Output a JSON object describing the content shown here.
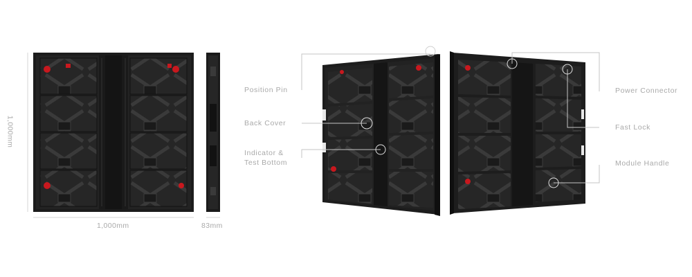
{
  "dimensions": {
    "width": "1,000mm",
    "height": "1,000mm",
    "depth": "83mm"
  },
  "callouts": {
    "position_pin": "Position Pin",
    "back_cover": "Back Cover",
    "indicator_line1": "Indicator &",
    "indicator_line2": "Test Bottom",
    "power_connector": "Power Connector",
    "fast_lock": "Fast Lock",
    "module_handle": "Module Handle"
  },
  "colors": {
    "cabinet": "#1c1c1c",
    "module": "#2b2b2b",
    "accent_red": "#c8181e",
    "label": "#a9a9a9",
    "leader": "#c4c4c4"
  }
}
